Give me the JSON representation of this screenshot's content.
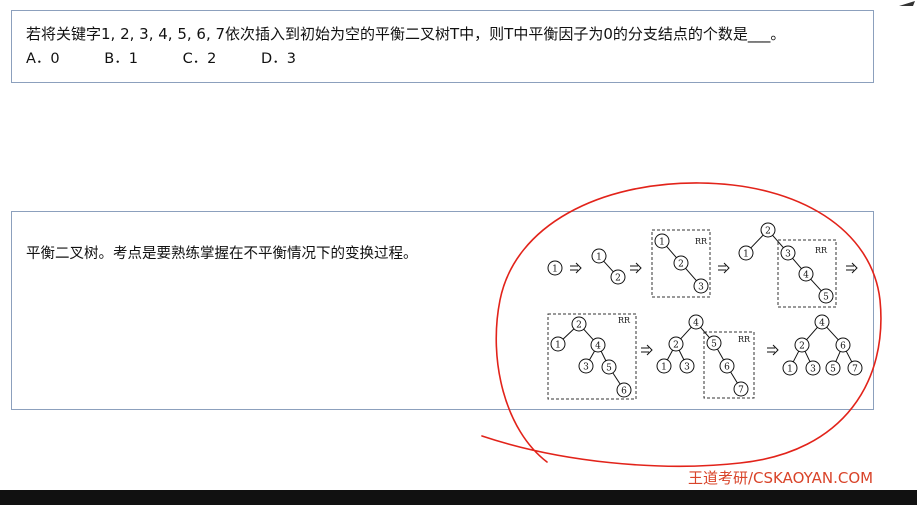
{
  "question": {
    "text": "若将关键字1, 2, 3, 4, 5, 6, 7依次插入到初始为空的平衡二叉树T中，则T中平衡因子为0的分支结点的个数是___。",
    "choices": [
      "A．0",
      "B．1",
      "C．2",
      "D．3"
    ]
  },
  "answer": {
    "text": "平衡二叉树。考点是要熟练掌握在不平衡情况下的变换过程。",
    "diagram_node_labels": [
      "1",
      "2",
      "3",
      "4",
      "5",
      "6",
      "7"
    ],
    "rotation_label": "RR"
  },
  "watermark": "王道考研/CSKAOYAN.COM",
  "colors": {
    "box_border": "#8ca0bd",
    "annotation_red": "#e2231a",
    "watermark": "#d9442a",
    "footer": "#111111"
  }
}
